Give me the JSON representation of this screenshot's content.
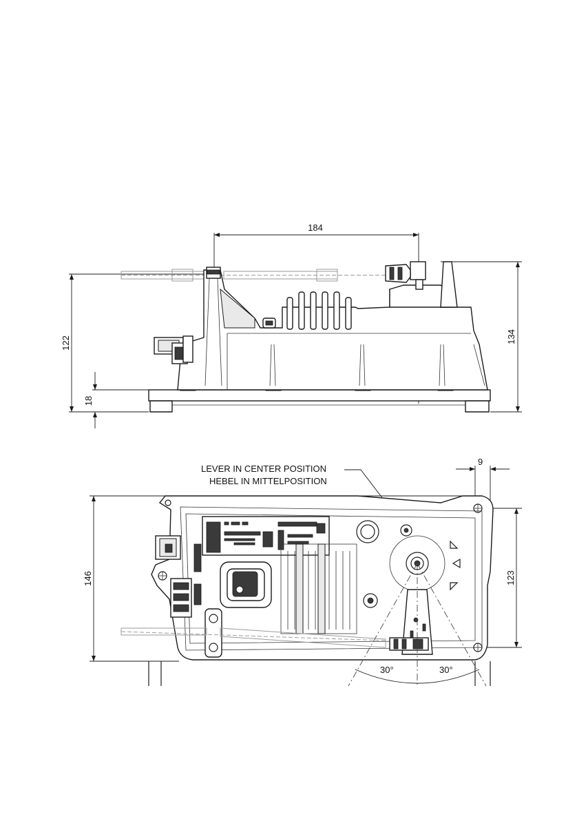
{
  "dimensions": {
    "top_width": "184",
    "left_total_height": "122",
    "left_base_height": "18",
    "right_total_height": "134",
    "bottom_left_height": "146",
    "bottom_right_height": "123",
    "bottom_right_offset": "9"
  },
  "callout": {
    "line1": "LEVER IN CENTER POSITION",
    "line2": "HEBEL IN MITTELPOSITION"
  },
  "angles": {
    "left": "30°",
    "right": "30°"
  },
  "colors": {
    "line": "#1a1a1a",
    "ghost": "#9a9a9a",
    "fill_gray": "#e9e9e9"
  }
}
